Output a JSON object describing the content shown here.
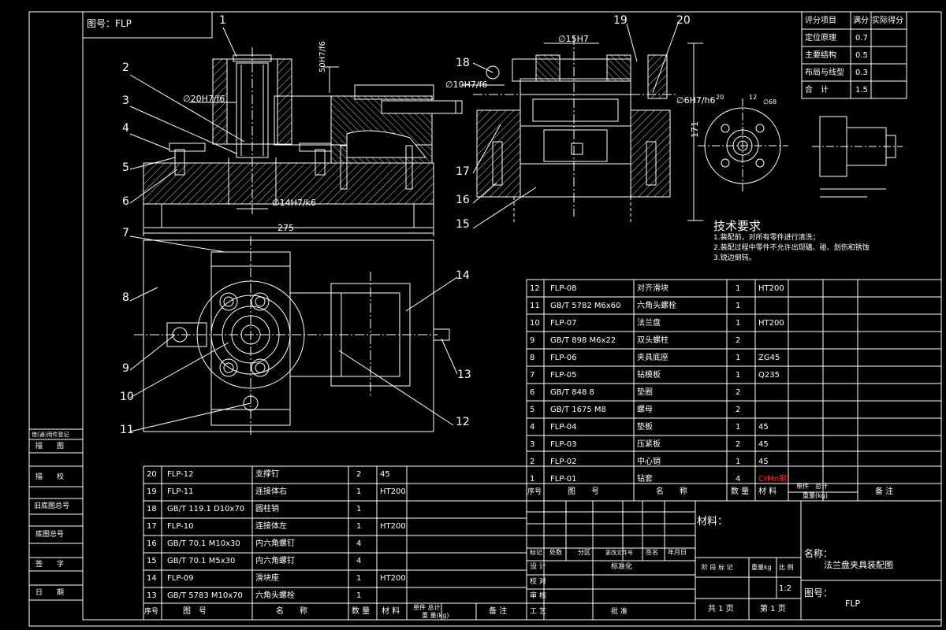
{
  "drawing": {
    "title_tag": "图号：FLP",
    "tech_req": {
      "heading": "技术要求",
      "items": [
        "1.装配前，对所有零件进行清洗；",
        "2.装配过程中零件不允许出现磕、碰、划伤和锈蚀",
        "3.锐边倒钝。"
      ]
    },
    "balloons": [
      "1",
      "2",
      "3",
      "4",
      "5",
      "6",
      "7",
      "8",
      "9",
      "10",
      "11",
      "12",
      "13",
      "14",
      "15",
      "16",
      "17",
      "18",
      "19",
      "20"
    ],
    "dims": {
      "d20": "∅20H7/f6",
      "h50": "50H7/f6",
      "d14": "∅14H7/k6",
      "w275": "275",
      "d15": "∅15H7",
      "d10": "∅10H7/f6",
      "d6": "∅6H7/h6",
      "h171": "171",
      "d68": "∅68",
      "r20": "20",
      "r12": "12"
    }
  },
  "score_table": {
    "headers": [
      "评分项目",
      "满分",
      "实际得分"
    ],
    "rows": [
      [
        "定位原理",
        "0.7",
        ""
      ],
      [
        "主要结构",
        "0.5",
        ""
      ],
      [
        "布局与线型",
        "0.3",
        ""
      ],
      [
        "合　计",
        "1.5",
        ""
      ]
    ]
  },
  "bom_upper": {
    "rows": [
      [
        "12",
        "FLP-08",
        "对齐滑块",
        "1",
        "HT200",
        ""
      ],
      [
        "11",
        "GB/T 5782 M6x60",
        "六角头螺栓",
        "1",
        "",
        ""
      ],
      [
        "10",
        "FLP-07",
        "法兰盘",
        "1",
        "HT200",
        ""
      ],
      [
        "9",
        "GB/T 898 M6x22",
        "双头螺柱",
        "2",
        "",
        ""
      ],
      [
        "8",
        "FLP-06",
        "夹具底座",
        "1",
        "ZG45",
        ""
      ],
      [
        "7",
        "FLP-05",
        "钻模板",
        "1",
        "Q235",
        ""
      ],
      [
        "6",
        "GB/T 848  8",
        "垫圈",
        "2",
        "",
        ""
      ],
      [
        "5",
        "GB/T 1675 M8",
        "螺母",
        "2",
        "",
        ""
      ],
      [
        "4",
        "FLP-04",
        "垫板",
        "1",
        "45",
        ""
      ],
      [
        "3",
        "FLP-03",
        "压紧板",
        "2",
        "45",
        ""
      ],
      [
        "2",
        "FLP-02",
        "中心销",
        "1",
        "45",
        ""
      ],
      [
        "1",
        "FLP-01",
        "钻套",
        "4",
        "CrMn钢",
        ""
      ]
    ],
    "header": [
      "序号",
      "图　　号",
      "名　　称",
      "数 量",
      "材 料",
      "单件　总计",
      "备 注"
    ],
    "weight_label": "重量(kg)"
  },
  "bom_lower": {
    "rows": [
      [
        "20",
        "FLP-12",
        "支撑钉",
        "2",
        "45"
      ],
      [
        "19",
        "FLP-11",
        "连接体右",
        "1",
        "HT200"
      ],
      [
        "18",
        "GB/T 119.1 D10x70",
        "圆柱销",
        "1",
        ""
      ],
      [
        "17",
        "FLP-10",
        "连接体左",
        "1",
        "HT200"
      ],
      [
        "16",
        "GB/T 70.1 M10x30",
        "内六角螺钉",
        "4",
        ""
      ],
      [
        "15",
        "GB/T 70.1 M5x30",
        "内六角螺钉",
        "4",
        ""
      ],
      [
        "14",
        "FLP-09",
        "滑块座",
        "1",
        "HT200"
      ],
      [
        "13",
        "GB/T 5783 M10x70",
        "六角头螺栓",
        "1",
        ""
      ]
    ],
    "header": [
      "序号",
      "图　号",
      "名　　称",
      "数 量",
      "材 料",
      "单件 总计",
      "备 注"
    ],
    "weight_label": "重 量(kg)"
  },
  "left_strip": {
    "items": [
      "借(通)用件登记",
      "描　　图",
      "描　　校",
      "旧底图总号",
      "底图总号",
      "签　　字",
      "日　　期"
    ]
  },
  "title_block": {
    "material_label": "材料：",
    "name_label": "名称：",
    "name_value": "法兰盘夹具装配图",
    "drawing_no_label": "图号：",
    "drawing_no_value": "FLP",
    "rev_row": [
      "标记",
      "处数",
      "分区",
      "更改文件号",
      "签名",
      "年月日"
    ],
    "design_label": "设 计",
    "standard_label": "标准化",
    "check_label": "校 对",
    "review_label": "审 核",
    "process_label": "工 艺",
    "approve_label": "批 准",
    "stage_label": "阶 段 标 记",
    "weight_label": "重量kg",
    "scale_label": "比 例",
    "scale_value": "1:2",
    "total_sheets": "共 1 页",
    "sheet_no": "第 1 页"
  },
  "colors": {
    "background": "#000000",
    "line": "#ffffff",
    "highlight": "#ff2a2a"
  }
}
